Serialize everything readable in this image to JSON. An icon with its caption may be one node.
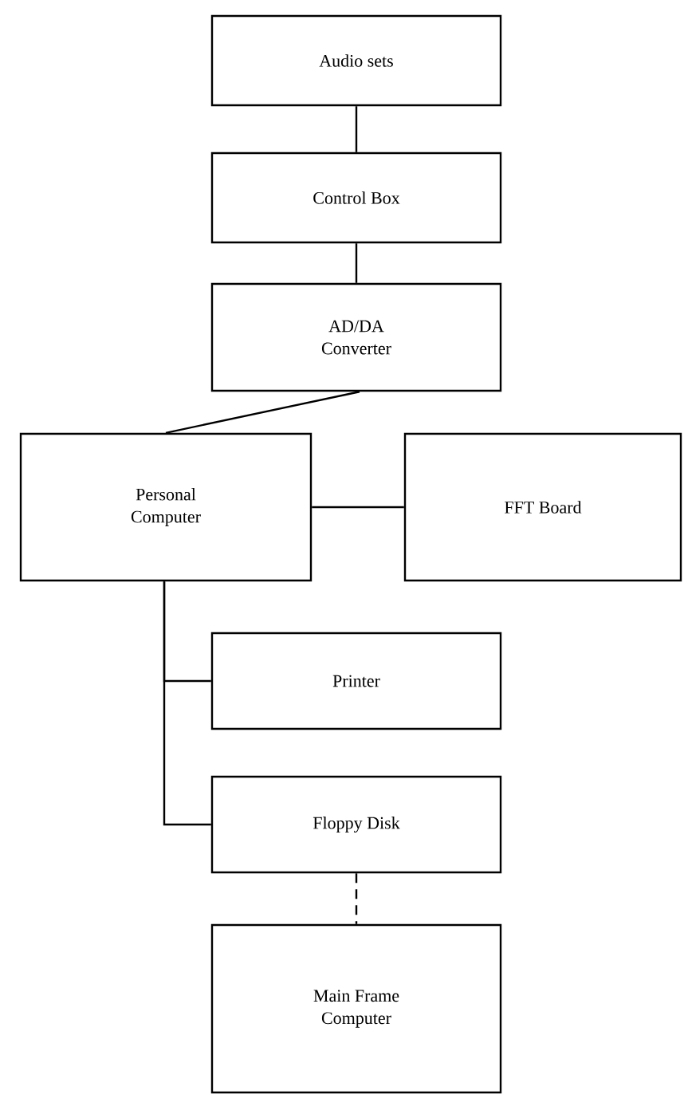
{
  "diagram": {
    "nodes": [
      {
        "text": [
          "Audio sets"
        ]
      },
      {
        "text": [
          "Control Box"
        ]
      },
      {
        "text": [
          "AD/DA Converter"
        ]
      },
      {
        "text": [
          "Personal Computer"
        ]
      },
      {
        "text": [
          "FFT Board"
        ]
      },
      {
        "text": [
          "Printer"
        ]
      },
      {
        "text": [
          "Floppy Disk"
        ]
      },
      {
        "text": [
          "Main Frame Computer"
        ]
      }
    ],
    "edges": [
      {
        "from": 0,
        "to": 1,
        "arrow": "none"
      },
      {
        "from": 1,
        "to": 2,
        "arrow": "none"
      },
      {
        "from": 2,
        "to": 3,
        "arrow": "none"
      },
      {
        "from": 3,
        "to": 4,
        "arrow": "none"
      },
      {
        "from": 3,
        "to": 5,
        "arrow": "none"
      },
      {
        "from": 3,
        "to": 6,
        "arrow": "none"
      },
      {
        "from": 6,
        "to": 7,
        "arrow": "none",
        "style": "dashed"
      }
    ]
  }
}
